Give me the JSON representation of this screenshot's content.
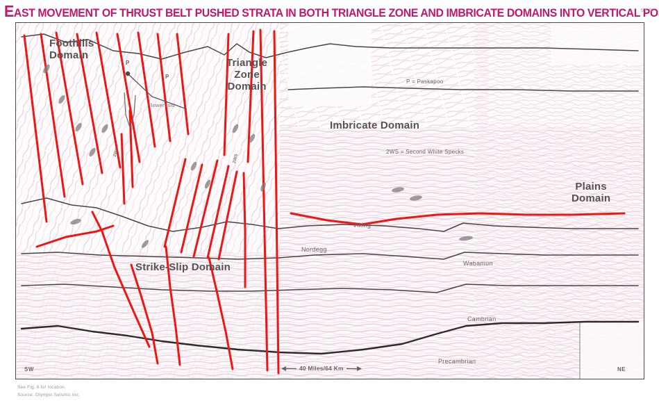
{
  "figure": {
    "title": "East movement of thrust belt pushed strata in both Triangle Zone and Imbricate domains into vertical position",
    "sheet_code": "ST 9"
  },
  "domains": [
    {
      "id": "foothills",
      "label": "Foothills\nDomain"
    },
    {
      "id": "triangle",
      "label": "Triangle\nZone\nDomain"
    },
    {
      "id": "imbricate",
      "label": "Imbricate Domain"
    },
    {
      "id": "plains",
      "label": "Plains\nDomain"
    },
    {
      "id": "strike_slip",
      "label": "Strike-Slip Domain"
    }
  ],
  "legend": {
    "paskapoo": "P = Paskapoo",
    "second_white_speckles": "2WS = Second White Specks"
  },
  "annotations": {
    "flower_fold": "Flower fold",
    "p_left": "P",
    "p_mid": "P",
    "fault_tag_a": "2WS",
    "fault_tag_b": "2WS"
  },
  "stratigraphic_horizons": [
    {
      "id": "viking",
      "label": "Viking"
    },
    {
      "id": "nordegg",
      "label": "Nordegg"
    },
    {
      "id": "wabamun",
      "label": "Wabamun"
    },
    {
      "id": "cambrian",
      "label": "Cambrian"
    },
    {
      "id": "precambrian",
      "label": "Precambrian"
    }
  ],
  "orientation": {
    "left": "SW",
    "right": "NE"
  },
  "scale": {
    "text": "40 Miles/64 Km"
  },
  "footnotes": {
    "line1": "See Fig. 6 for location.",
    "line2": "Source: Olympic Seismic Inc."
  },
  "colors": {
    "title": "#c0186c",
    "fault": "#ee1515",
    "horizon": "#4a4446",
    "seismic": "#c88fae",
    "label": "#605b5e"
  }
}
